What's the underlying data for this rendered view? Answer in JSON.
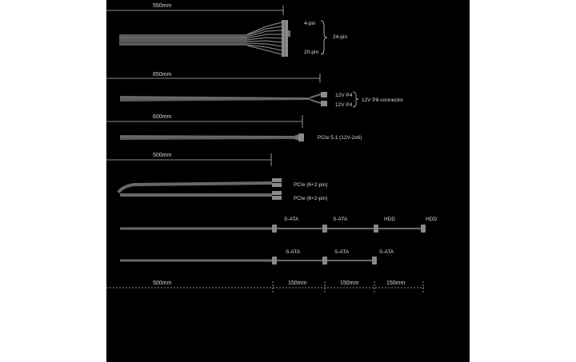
{
  "colors": {
    "background": "#000000",
    "cable": "#6c6c6c",
    "cable_dark": "#3e3e3e",
    "connector": "#8a8a8a",
    "text": "#d8d8d8",
    "measure": "#bdbdbd"
  },
  "cables": {
    "atx": {
      "length": "550mm",
      "pin4": "4-pin",
      "pin24": "24-pin",
      "pin20": "20-pin"
    },
    "eps": {
      "length": "650mm",
      "p4a": "12V P4",
      "p4b": "12V P4",
      "p8": "12V P8-connector"
    },
    "pcie5": {
      "length": "600mm",
      "label": "PCIe 5.1 (12V-2x6)"
    },
    "pcie": {
      "length": "500mm",
      "label_a": "PCIe (6+2-pin)",
      "label_b": "PCIe (6+2-pin)"
    },
    "sata_hdd": {
      "labels": [
        "S-ATA",
        "S-ATA",
        "HDD",
        "HDD"
      ]
    },
    "sata": {
      "labels": [
        "S-ATA",
        "S-ATA",
        "S-ATA"
      ]
    }
  },
  "bottom_scale": [
    "500mm",
    "150mm",
    "150mm",
    "150mm"
  ]
}
